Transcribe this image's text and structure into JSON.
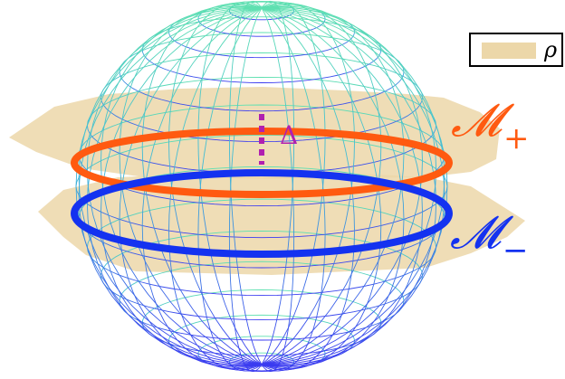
{
  "labels": {
    "m_plus": "𝓜",
    "m_plus_sub": "+",
    "m_minus": "𝓜",
    "m_minus_sub": "−",
    "delta": "Δ"
  },
  "legend": {
    "label": "ρ"
  },
  "colors": {
    "density": "#ecd7a9",
    "ring_plus": "#ff5a10",
    "ring_minus": "#1432f0",
    "delta_marker": "#b020b0",
    "mesh_top": "#5ee0b0",
    "mesh_bottom": "#3a3af0"
  }
}
